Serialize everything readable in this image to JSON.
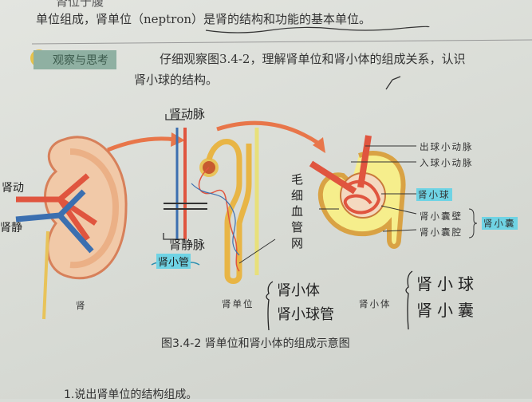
{
  "text": {
    "top_cut": "肾位于腹",
    "line1": "单位组成，肾单位（neptron）是肾的结构和功能的基本单位。",
    "section_tag": "观察与思考",
    "instruction_line1": "仔细观察图3.4-2，理解肾单位和肾小体的组成关系，认识",
    "instruction_line2": "肾小球的结构。",
    "question1": "1.说出肾单位的结构组成。"
  },
  "figure": {
    "caption": "图3.4-2   肾单位和肾小体的组成示意图",
    "printed_labels": {
      "kidney": "肾",
      "nephron": "肾单位",
      "renal_corpuscle": "肾小体",
      "efferent_arteriole": "出球小动脉",
      "afferent_arteriole": "入球小动脉",
      "capsule_wall": "肾小囊壁",
      "capsule_cavity": "肾小囊腔"
    },
    "handwritten_labels": {
      "renal_artery_left": "肾动",
      "renal_vein_left": "肾静",
      "renal_artery": "肾动脉",
      "renal_vein": "肾静脉",
      "renal_tubule": "肾小管",
      "capillary_network": "毛细血管网",
      "glomerulus": "肾小球",
      "bowmans_capsule": "肾小囊",
      "nephron_part1": "肾小体",
      "nephron_part2": "肾小球管",
      "corpuscle_part1": "肾小球",
      "corpuscle_part2": "肾小囊"
    },
    "colors": {
      "artery": "#e0553f",
      "vein": "#3b6fb0",
      "tubule": "#e8c35a",
      "highlight": "#6fd3e4"
    }
  }
}
